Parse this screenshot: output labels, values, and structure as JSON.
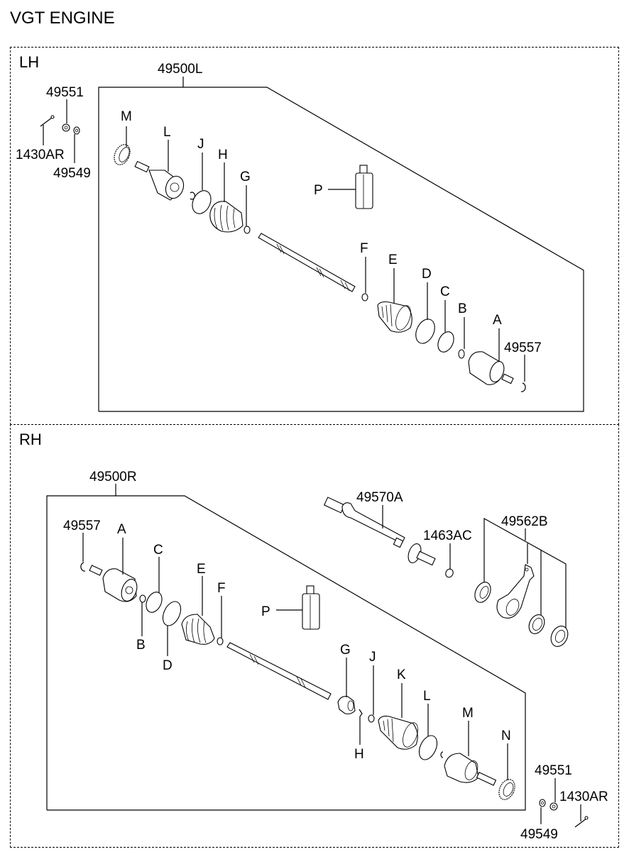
{
  "title": "VGT ENGINE",
  "panels": {
    "lh": {
      "label": "LH",
      "assembly": "49500L",
      "hardware": {
        "nut": "49551",
        "bolt": "1430AR",
        "washer": "49549"
      },
      "parts": {
        "M": "M",
        "L": "L",
        "J": "J",
        "H": "H",
        "G": "G",
        "P": "P",
        "F": "F",
        "E": "E",
        "D": "D",
        "C": "C",
        "B": "B",
        "A": "A",
        "circlip": "49557"
      }
    },
    "rh": {
      "label": "RH",
      "assembly": "49500R",
      "hardware": {
        "nut": "49551",
        "bolt": "1430AR",
        "washer": "49549"
      },
      "parts": {
        "circlip": "49557",
        "A": "A",
        "B": "B",
        "C": "C",
        "D": "D",
        "E": "E",
        "F": "F",
        "P": "P",
        "G": "G",
        "H": "H",
        "J": "J",
        "K": "K",
        "L": "L",
        "M": "M",
        "N": "N"
      },
      "extra": {
        "intermediate_shaft": "49570A",
        "snap_ring": "1463AC",
        "bearing_bracket": "49562B"
      }
    }
  }
}
